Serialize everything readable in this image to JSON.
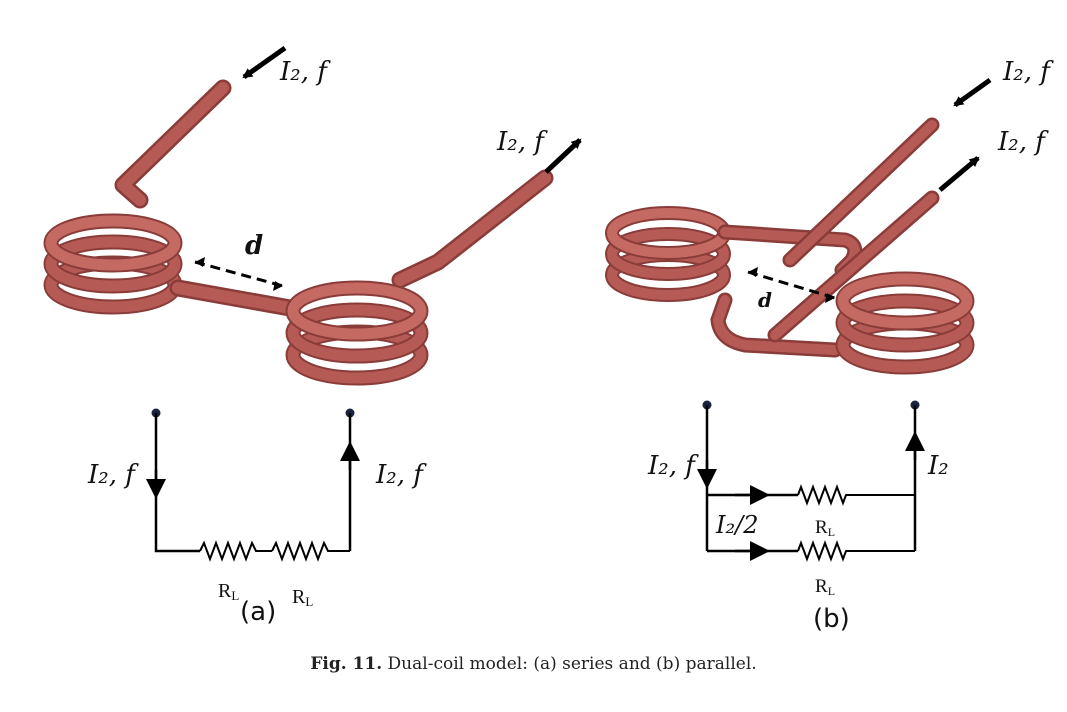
{
  "labels": {
    "current_freq": "I₂, f",
    "current": "I₂",
    "half_current": "I₂/2",
    "distance": "d",
    "load": "R",
    "load_sub": "L",
    "panel_a": "(a)",
    "panel_b": "(b)"
  },
  "caption": {
    "prefix": "Fig. 11.",
    "text": "Dual-coil model: (a) series and (b) parallel."
  },
  "colors": {
    "coil": "#b65a55",
    "coil_dark": "#8a3c39",
    "coil_light": "#d98b84",
    "wire": "#000000",
    "terminal": "#1a2340"
  }
}
